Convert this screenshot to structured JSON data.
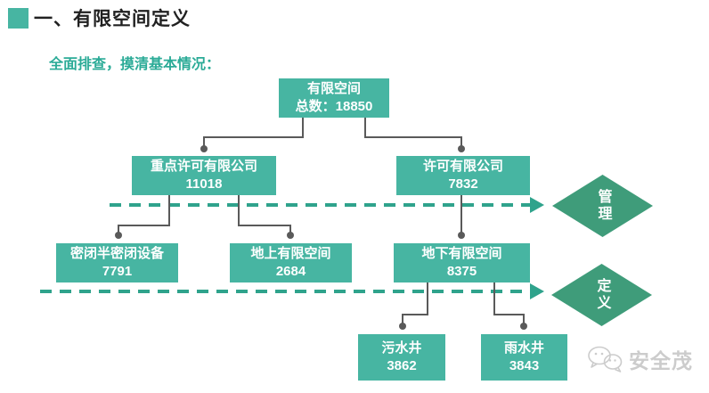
{
  "header": {
    "title": "一、有限空间定义",
    "subtitle": "全面排查，摸清基本情况："
  },
  "nodes": {
    "root": {
      "line1": "有限空间",
      "line2": "总数：18850"
    },
    "key_licensed": {
      "line1": "重点许可有限公司",
      "line2": "11018"
    },
    "licensed": {
      "line1": "许可有限公司",
      "line2": "7832"
    },
    "sealed": {
      "line1": "密闭半密闭设备",
      "line2": "7791"
    },
    "above_ground": {
      "line1": "地上有限空间",
      "line2": "2684"
    },
    "below_ground": {
      "line1": "地下有限空间",
      "line2": "8375"
    },
    "sewage_well": {
      "line1": "污水井",
      "line2": "3862"
    },
    "rain_well": {
      "line1": "雨水井",
      "line2": "3843"
    }
  },
  "diamonds": {
    "management": "管理",
    "definition": "定义"
  },
  "watermark": {
    "label": "安全茂"
  },
  "colors": {
    "box_teal": "#47b5a2",
    "diamond_green": "#3f9c7a",
    "dash_teal": "#2fa38c",
    "connector_gray": "#5a5a5a",
    "subtitle_teal": "#2bab97",
    "title_dark": "#212121",
    "watermark_gray": "#cccccc"
  }
}
